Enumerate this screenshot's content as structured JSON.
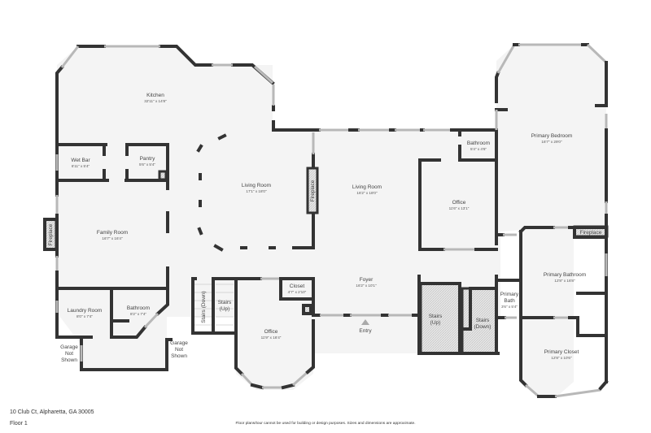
{
  "footer": {
    "address": "10 Club Ct, Alpharetta, GA 30005",
    "floor": "Floor 1",
    "disclaimer": "Floor plans/tour cannot be used for building or design purposes. Sizes and dimensions are approximate."
  },
  "colors": {
    "wall": "#333333",
    "floor": "#f4f4f4",
    "window": "#b8b8b8",
    "background": "#ffffff"
  },
  "rooms": {
    "kitchen": {
      "name": "Kitchen",
      "dim": "32'11\" x 14'8\""
    },
    "wet_bar": {
      "name": "Wet Bar",
      "dim": "6'11\" x 5'4\""
    },
    "pantry": {
      "name": "Pantry",
      "dim": "5'6\" x 5'4\""
    },
    "family_room": {
      "name": "Family Room",
      "dim": "16'7\" x 16'4\""
    },
    "laundry_room": {
      "name": "Laundry Room",
      "dim": "8'0\" x 7'4\""
    },
    "bathroom_left": {
      "name": "Bathroom",
      "dim": "8'2\" x 7'4\""
    },
    "living_room_left": {
      "name": "Living Room",
      "dim": "17'1\" x 18'0\""
    },
    "living_room_center": {
      "name": "Living Room",
      "dim": "16'2\" x 18'0\""
    },
    "closet": {
      "name": "Closet",
      "dim": "4'7\" x 2'10\""
    },
    "office_left": {
      "name": "Office",
      "dim": "11'9\" x 16'4\""
    },
    "foyer": {
      "name": "Foyer",
      "dim": "16'2\" x 10'1\""
    },
    "bathroom_right": {
      "name": "Bathroom",
      "dim": "5'4\" x 4'6\""
    },
    "office_right": {
      "name": "Office",
      "dim": "11'6\" x 13'1\""
    },
    "primary_bedroom": {
      "name": "Primary Bedroom",
      "dim": "16'7\" x 29'0\""
    },
    "primary_bathroom": {
      "name": "Primary Bathroom",
      "dim": "12'8\" x 16'8\""
    },
    "primary_bath": {
      "name1": "Primary",
      "name2": "Bath",
      "dim": "3'6\" x 5'4\""
    },
    "primary_closet": {
      "name": "Primary Closet",
      "dim": "12'8\" x 10'6\""
    }
  },
  "labels": {
    "fireplace": "Fireplace",
    "stairs_down_left": "Stairs (Down)",
    "stairs_up_left_1": "Stairs",
    "stairs_up_left_2": "(Up)",
    "stairs_up_right_1": "Stairs",
    "stairs_up_right_2": "(Up)",
    "stairs_down_right_1": "Stairs",
    "stairs_down_right_2": "(Down)",
    "entry": "Entry",
    "garage_left": [
      "Garage",
      "Not",
      "Shown"
    ],
    "garage_right": [
      "Garage",
      "Not",
      "Shown"
    ]
  }
}
